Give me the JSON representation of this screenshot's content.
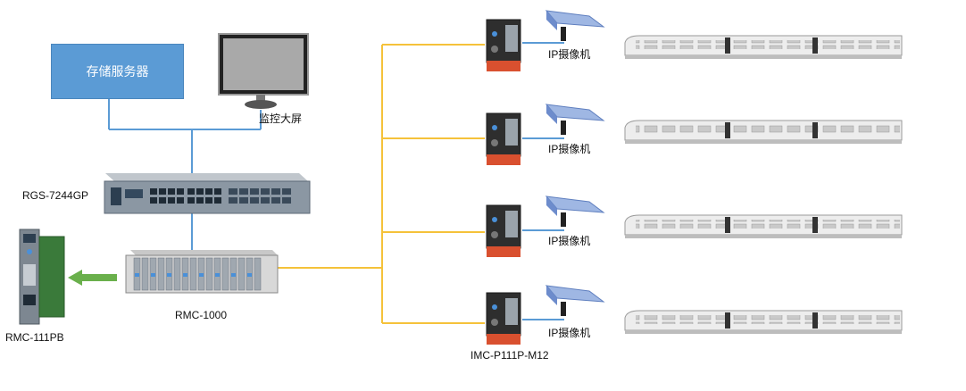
{
  "labels": {
    "storage_server": "存储服务器",
    "monitor_wall": "监控大屏",
    "core_switch": "RGS-7244GP",
    "media_chassis": "RMC-1000",
    "media_card": "RMC-111PB",
    "poe_converter": "IMC-P111P-M12",
    "ip_camera": "IP摄像机"
  },
  "cameras": [
    {
      "label": "IP摄像机"
    },
    {
      "label": "IP摄像机"
    },
    {
      "label": "IP摄像机"
    },
    {
      "label": "IP摄像机"
    }
  ],
  "colors": {
    "storage_fill": "#5b9bd5",
    "ethernet_link": "#5b9bd5",
    "fiber_link": "#f5c23a",
    "arrow": "#6ab04c",
    "converter_body": "#2e2e2e",
    "converter_base": "#d9502f",
    "camera": "#7f9ed6",
    "train": "#e8e8e8"
  }
}
